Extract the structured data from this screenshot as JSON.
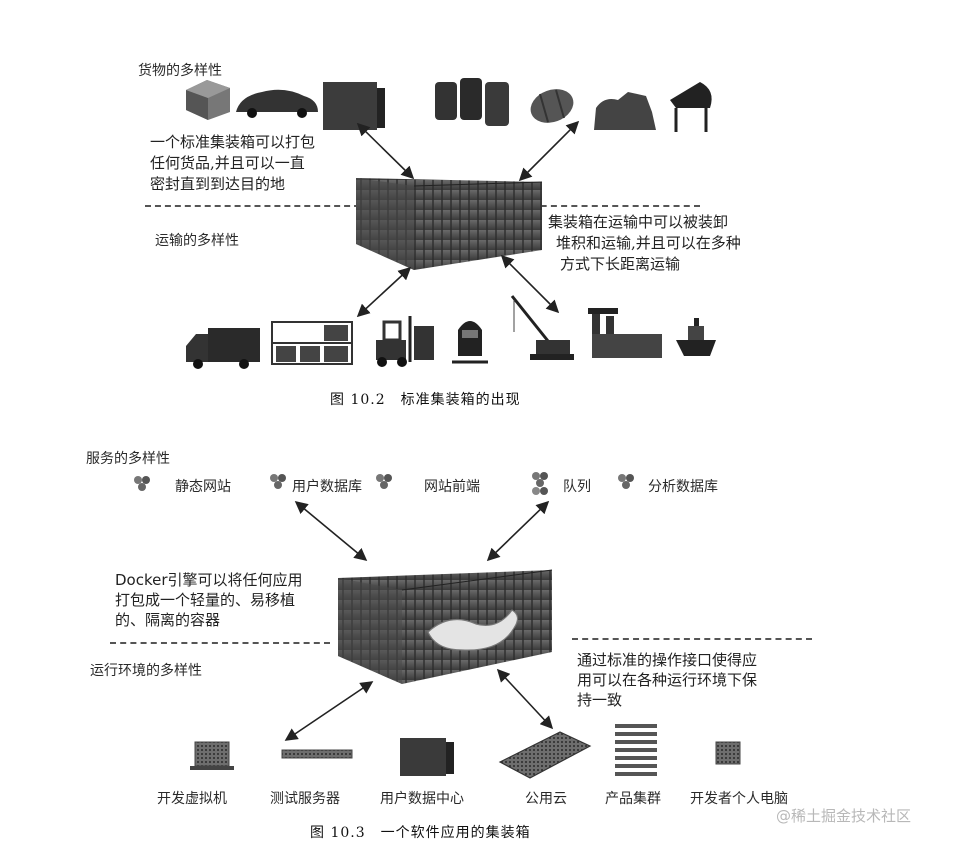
{
  "figure1": {
    "cargo_title": "货物的多样性",
    "cargo_desc": [
      "一个标准集装箱可以打包",
      "任何货品,并且可以一直",
      "密封直到到达目的地"
    ],
    "transport_title": "运输的多样性",
    "transport_desc": [
      "集装箱在运输中可以被装卸",
      "堆积和运输,并且可以在多种",
      "方式下长距离运输"
    ],
    "caption": "图 10.2　标准集装箱的出现"
  },
  "figure2": {
    "services_title": "服务的多样性",
    "services": [
      "静态网站",
      "用户数据库",
      "网站前端",
      "队列",
      "分析数据库"
    ],
    "docker_desc": [
      "Docker引擎可以将任何应用",
      "打包成一个轻量的、易移植",
      "的、隔离的容器"
    ],
    "runtime_title": "运行环境的多样性",
    "runtime_desc": [
      "通过标准的操作接口使得应",
      "用可以在各种运行环境下保",
      "持一致"
    ],
    "environments": [
      "开发虚拟机",
      "测试服务器",
      "用户数据中心",
      "公用云",
      "产品集群",
      "开发者个人电脑"
    ],
    "caption": "图 10.3　一个软件应用的集装箱"
  },
  "watermark": "@稀土掘金技术社区",
  "icons": {
    "cargo": [
      "box-icon",
      "car-icon",
      "crate-icon",
      "barrels-icon",
      "barrel-icon",
      "machinery-icon",
      "piano-icon"
    ],
    "transport": [
      "truck-icon",
      "warehouse-rack-icon",
      "forklift-icon",
      "train-icon",
      "crane-icon",
      "port-icon",
      "ship-icon"
    ],
    "services": [
      "molecule-icon",
      "molecule-icon",
      "molecule-icon",
      "molecule-icon",
      "molecule-icon"
    ],
    "environments": [
      "laptop-icon",
      "server-rack-icon",
      "datacenter-icon",
      "motherboard-icon",
      "cluster-icon",
      "desktop-icon"
    ]
  }
}
